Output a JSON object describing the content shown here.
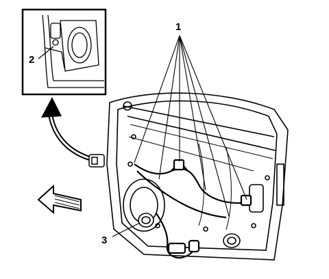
{
  "callouts": [
    {
      "id": "callout-1",
      "label": "1"
    },
    {
      "id": "callout-2",
      "label": "2"
    },
    {
      "id": "callout-3",
      "label": "3"
    }
  ],
  "colors": {
    "line": "#000000",
    "background": "#ffffff"
  }
}
